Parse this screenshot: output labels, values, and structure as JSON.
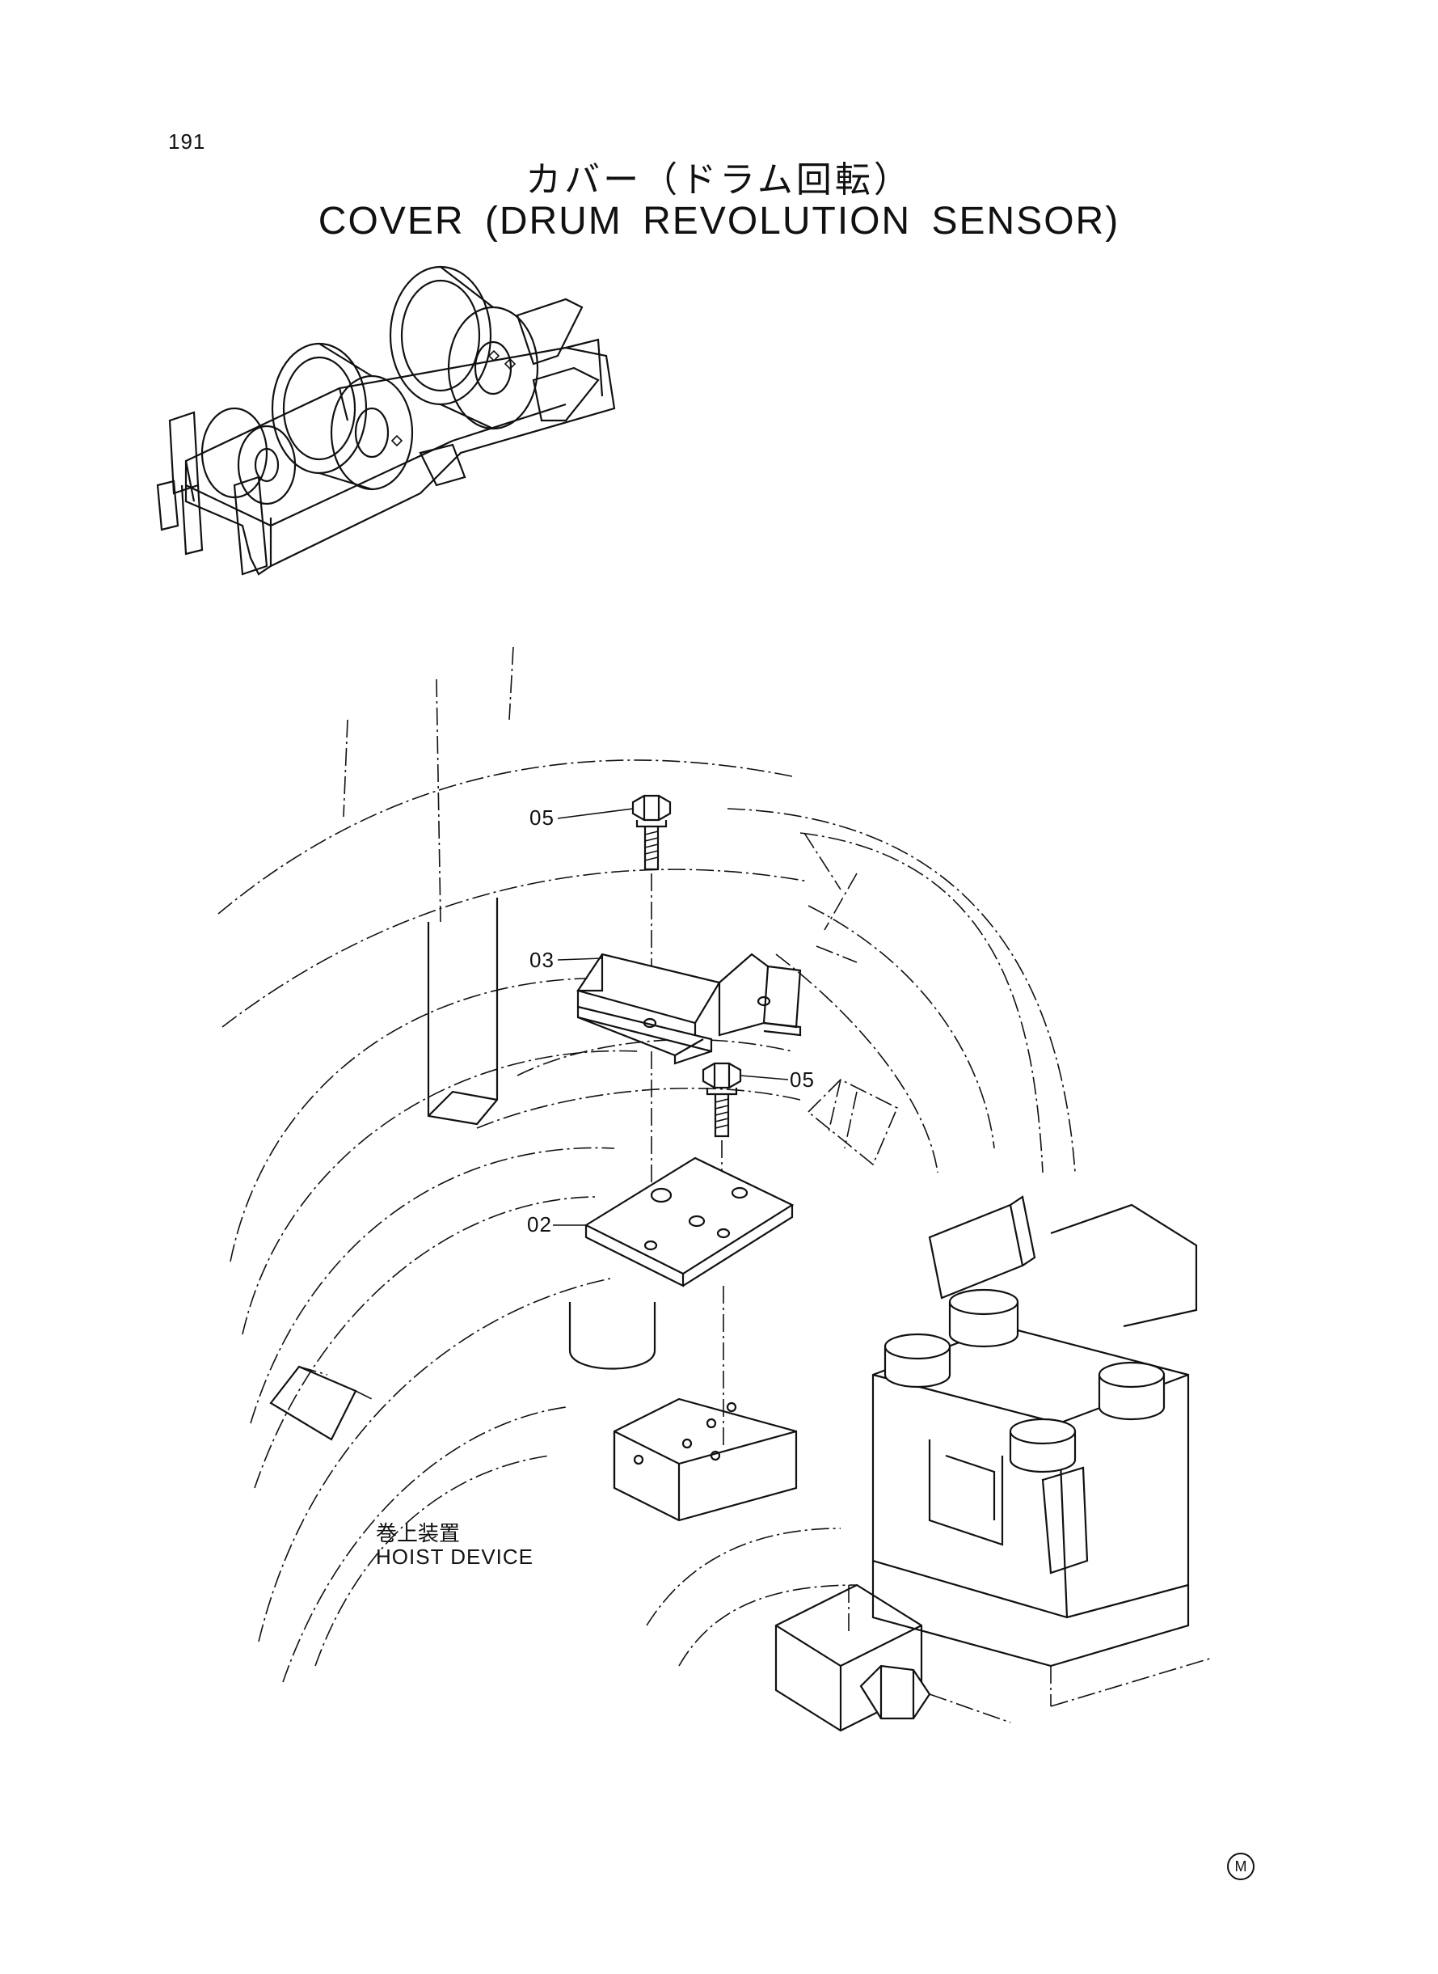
{
  "page_number": "191",
  "title_jp": "カバー（ドラム回転）",
  "title_en": "COVER (DRUM REVOLUTION SENSOR)",
  "callouts": [
    {
      "id": "bolt-upper",
      "label": "05"
    },
    {
      "id": "cover",
      "label": "03"
    },
    {
      "id": "bolt-lower",
      "label": "05"
    },
    {
      "id": "plate",
      "label": "02"
    }
  ],
  "context_label": {
    "jp": "巻上装置",
    "en": "HOIST DEVICE"
  },
  "marker": "M"
}
